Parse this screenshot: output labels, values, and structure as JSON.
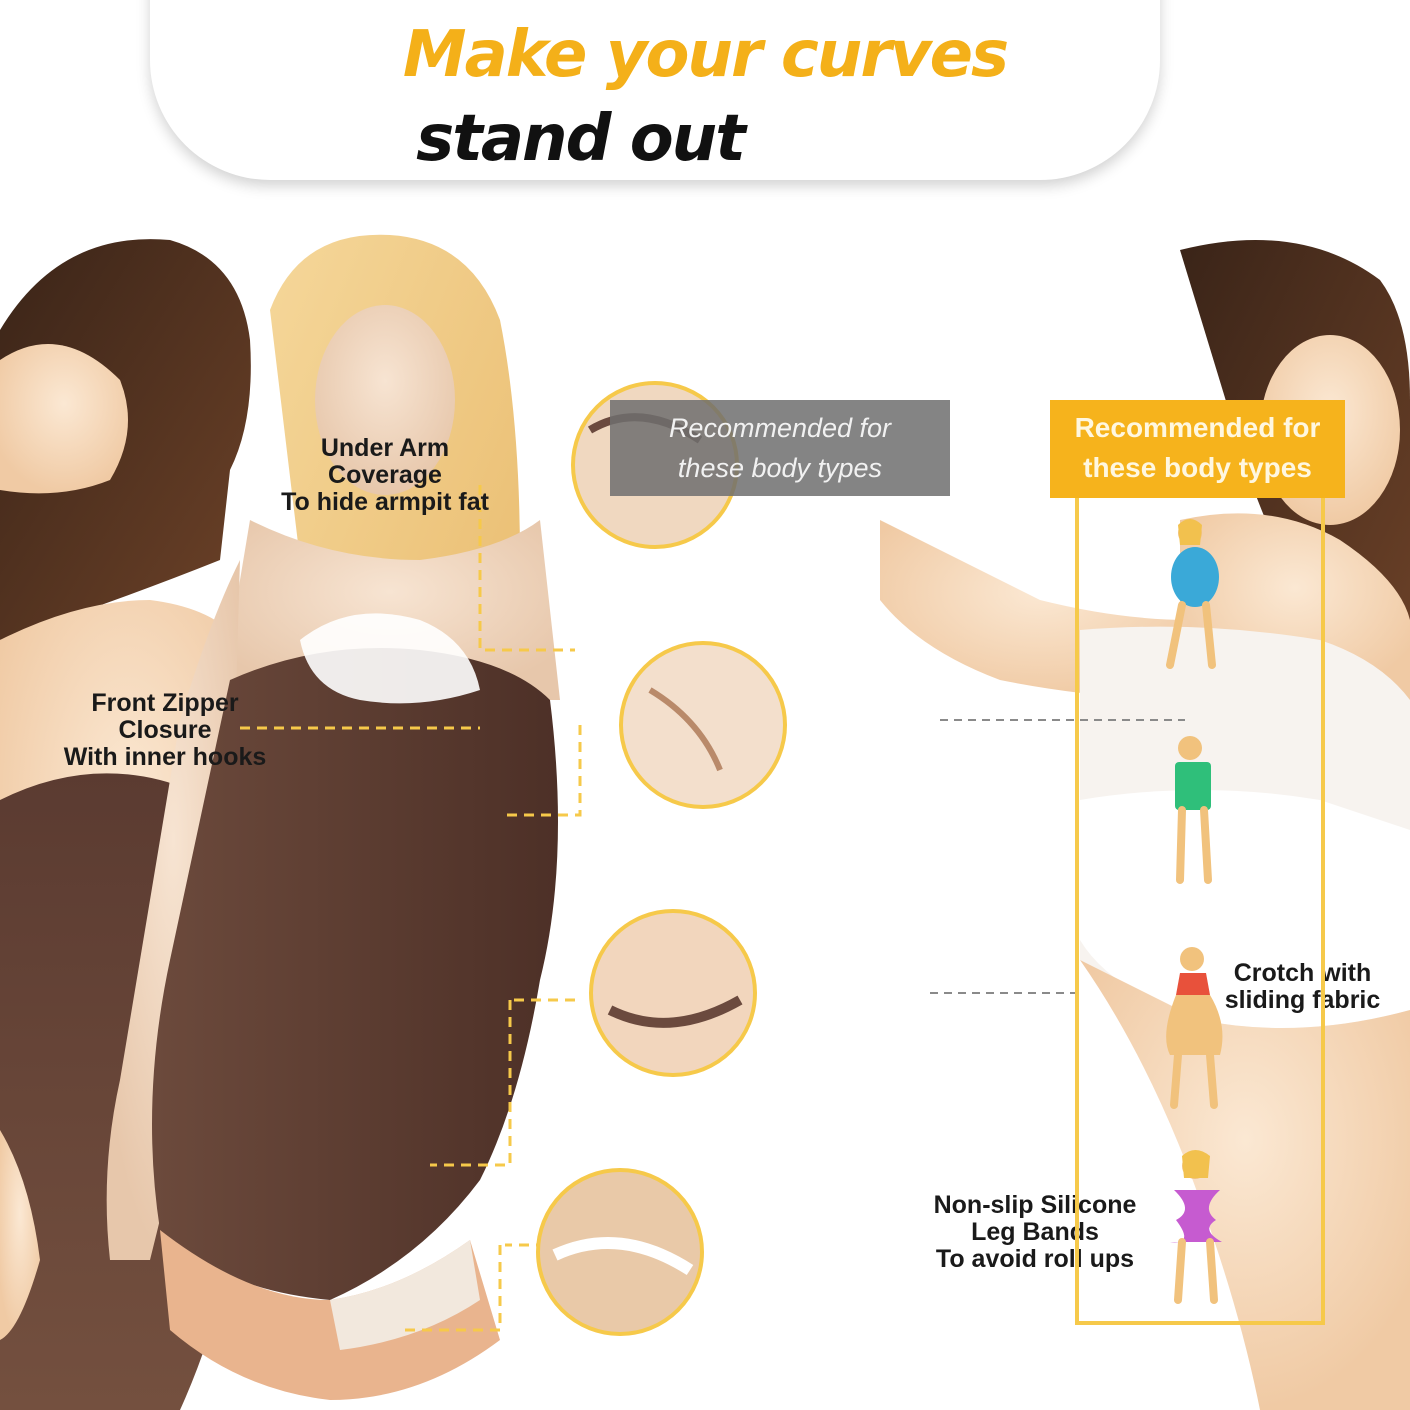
{
  "header": {
    "headline_line1": "Make your curves",
    "headline_line2": "stand out"
  },
  "features": [
    {
      "lines": [
        "Under Arm",
        "Coverage",
        "To hide armpit fat"
      ]
    },
    {
      "lines": [
        "Front Zipper",
        "Closure",
        "With inner hooks"
      ]
    },
    {
      "lines": [
        "Crotch with",
        "sliding fabric"
      ]
    },
    {
      "lines": [
        "Non-slip Silicone",
        "Leg Bands",
        "To avoid roll ups"
      ]
    }
  ],
  "recommended": {
    "line1": "Recommended for",
    "line2": "these body types"
  },
  "colors": {
    "accent_yellow": "#f6b31c",
    "circle_border": "#f6c94a",
    "garment_brown": "#6b4a3e",
    "text_dark": "#1a1a1a"
  },
  "body_types": [
    {
      "icon": "apple-body-type-icon",
      "color": "#3aa9d8"
    },
    {
      "icon": "rectangle-body-type-icon",
      "color": "#2fbf7a"
    },
    {
      "icon": "triangle-body-type-icon",
      "color": "#e8513b"
    },
    {
      "icon": "hourglass-body-type-icon",
      "color": "#c65bd0"
    }
  ]
}
